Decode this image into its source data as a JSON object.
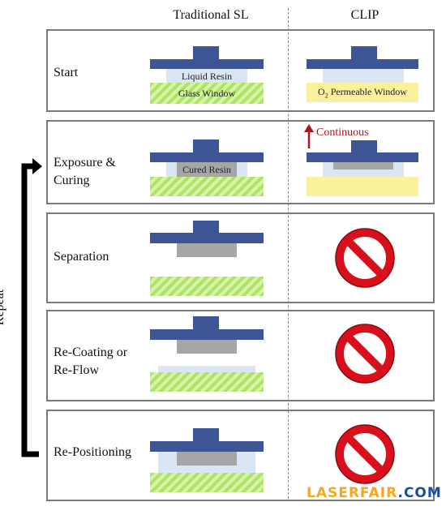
{
  "columns": {
    "traditional": "Traditional SL",
    "clip": "CLIP"
  },
  "side_label": "Repeat",
  "steps": [
    {
      "label": "Start"
    },
    {
      "label": "Exposure &\nCuring"
    },
    {
      "label": "Separation"
    },
    {
      "label": "Re-Coating or\nRe-Flow"
    },
    {
      "label": "Re-Positioning"
    }
  ],
  "labels": {
    "liquid_resin": "Liquid Resin",
    "glass_window": "Glass Window",
    "o2_sub": "2",
    "o2_prefix": "O",
    "o2_window": " Permeable Window",
    "cured_resin": "Cured Resin",
    "continuous": "Continuous"
  },
  "watermark": {
    "part1": "LASERFAIR",
    "part2": ".COM"
  },
  "colors": {
    "build_plate": "#3d5594",
    "resin": "#dbe6f5",
    "cured_resin": "#a6a6a6",
    "glass_window": "#aee36a",
    "o2_window": "#fbf09c",
    "arrow_red": "#b0141c",
    "prohibited": "#d8101c",
    "repeat_arrow": "#000000",
    "watermark_orange": "#f5a623",
    "watermark_blue": "#1a4f9c"
  }
}
